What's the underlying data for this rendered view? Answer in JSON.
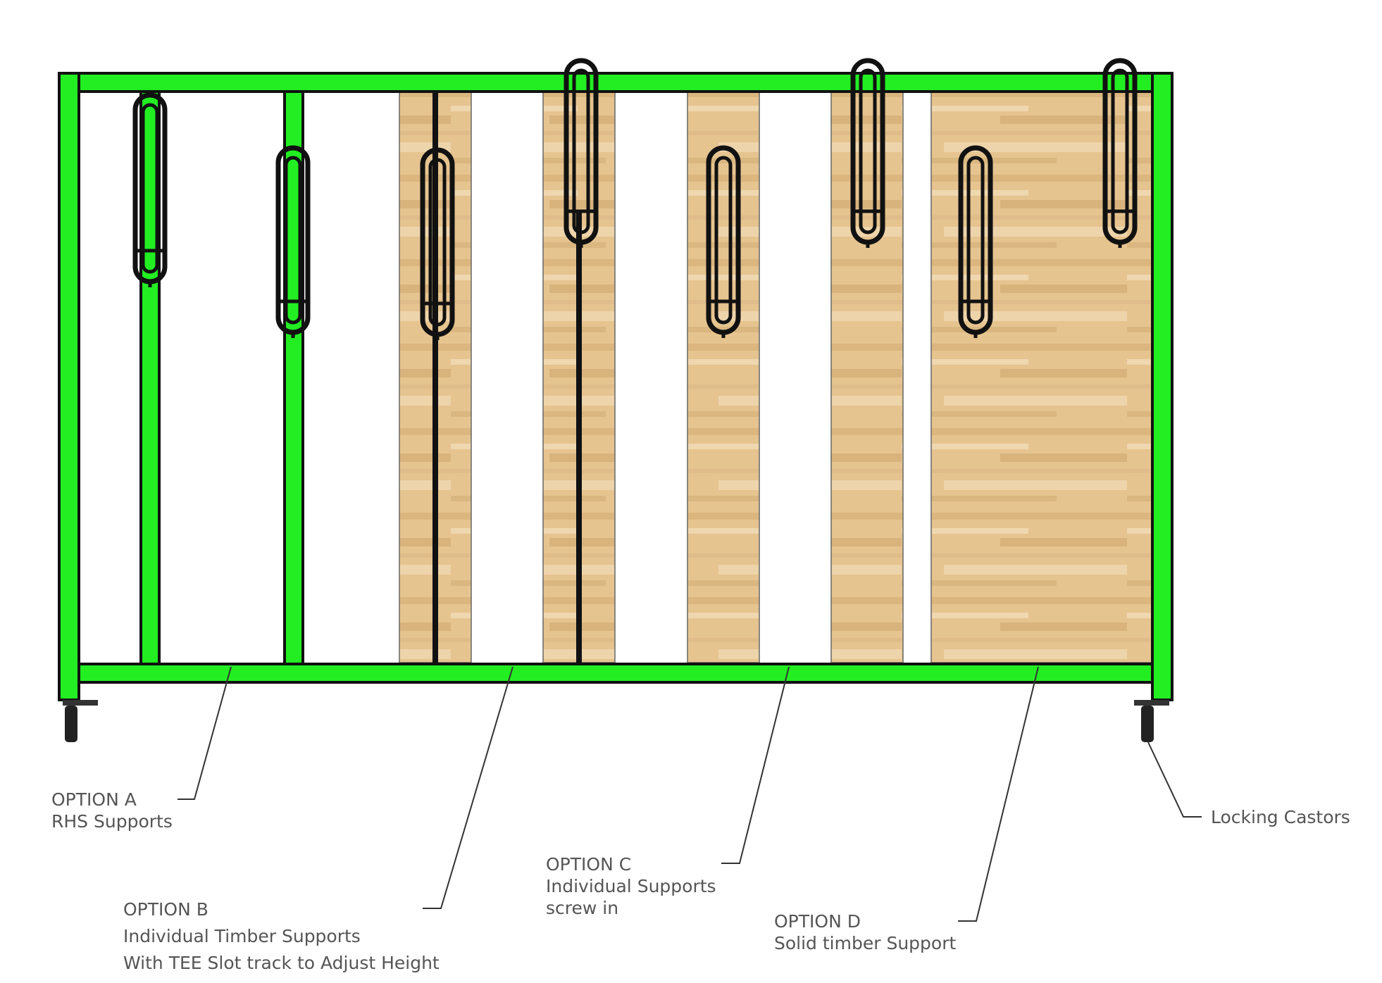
{
  "colors": {
    "frame_green": "#22ee22",
    "outline": "#111111",
    "timber_base": "#e6c48f",
    "timber_dark": "#c9a26a",
    "timber_light": "#f1dcb7",
    "leader_line": "#333333",
    "label_text": "#555555"
  },
  "icons": {
    "support_hook": "support-hook-icon",
    "castor": "castor-icon"
  },
  "callouts": {
    "option_a": {
      "line1": "OPTION A",
      "line2": "RHS Supports"
    },
    "option_b": {
      "line1": "OPTION B",
      "line2": "Individual Timber Supports",
      "line3": "With TEE Slot track to Adjust Height"
    },
    "option_c": {
      "line1": "OPTION C",
      "line2": "Individual Supports",
      "line3": "screw in"
    },
    "option_d": {
      "line1": "OPTION D",
      "line2": "Solid timber Support"
    },
    "castors": {
      "line1": "Locking Castors"
    }
  }
}
